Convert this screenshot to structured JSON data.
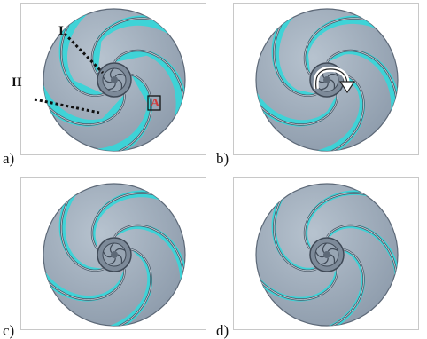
{
  "colors": {
    "metal": "#8e9cac",
    "metal_dark": "#5c6877",
    "fluid": "#39d5d8",
    "marker": "#d23a3a"
  },
  "panels": [
    {
      "label": "a)",
      "wet_fraction": 0.15,
      "annotations": {
        "section_one": "I",
        "section_two": "II",
        "point": "A"
      }
    },
    {
      "label": "b)",
      "wet_fraction": 0.5
    },
    {
      "label": "c)",
      "wet_fraction": 0.7
    },
    {
      "label": "d)",
      "wet_fraction": 0.95
    }
  ],
  "icons": {
    "rotation": "curved-arrow-icon"
  }
}
